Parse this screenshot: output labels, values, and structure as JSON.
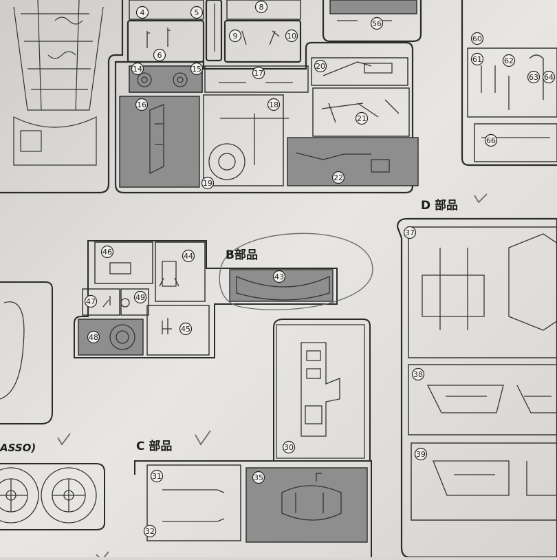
{
  "sections": {
    "b": "B部品",
    "c": "C 部品",
    "d": "D 部品",
    "asso": "ASSO)"
  },
  "parts": [
    {
      "id": "p4",
      "num": "4"
    },
    {
      "id": "p5",
      "num": "5"
    },
    {
      "id": "p6",
      "num": "6"
    },
    {
      "id": "p8",
      "num": "8"
    },
    {
      "id": "p9",
      "num": "9"
    },
    {
      "id": "p10",
      "num": "10"
    },
    {
      "id": "p14",
      "num": "14"
    },
    {
      "id": "p15",
      "num": "15"
    },
    {
      "id": "p16",
      "num": "16"
    },
    {
      "id": "p17",
      "num": "17"
    },
    {
      "id": "p18",
      "num": "18"
    },
    {
      "id": "p19",
      "num": "19"
    },
    {
      "id": "p20",
      "num": "20"
    },
    {
      "id": "p21",
      "num": "21"
    },
    {
      "id": "p22",
      "num": "22"
    },
    {
      "id": "p56",
      "num": "56"
    },
    {
      "id": "p60",
      "num": "60"
    },
    {
      "id": "p61",
      "num": "61"
    },
    {
      "id": "p62",
      "num": "62"
    },
    {
      "id": "p63",
      "num": "63"
    },
    {
      "id": "p64",
      "num": "64"
    },
    {
      "id": "p66",
      "num": "66"
    },
    {
      "id": "p46",
      "num": "46"
    },
    {
      "id": "p44",
      "num": "44"
    },
    {
      "id": "p43",
      "num": "43"
    },
    {
      "id": "p47",
      "num": "47"
    },
    {
      "id": "p49",
      "num": "49"
    },
    {
      "id": "p48",
      "num": "48"
    },
    {
      "id": "p45",
      "num": "45"
    },
    {
      "id": "p30",
      "num": "30"
    },
    {
      "id": "p31",
      "num": "31"
    },
    {
      "id": "p32",
      "num": "32"
    },
    {
      "id": "p35",
      "num": "35"
    },
    {
      "id": "p37",
      "num": "37"
    },
    {
      "id": "p38",
      "num": "38"
    },
    {
      "id": "p39",
      "num": "39"
    }
  ],
  "colors": {
    "paper": "#e4e2de",
    "ink": "#2a2a2a",
    "shaded": "#8e8e8e",
    "pencil": "#6c6c6c"
  }
}
